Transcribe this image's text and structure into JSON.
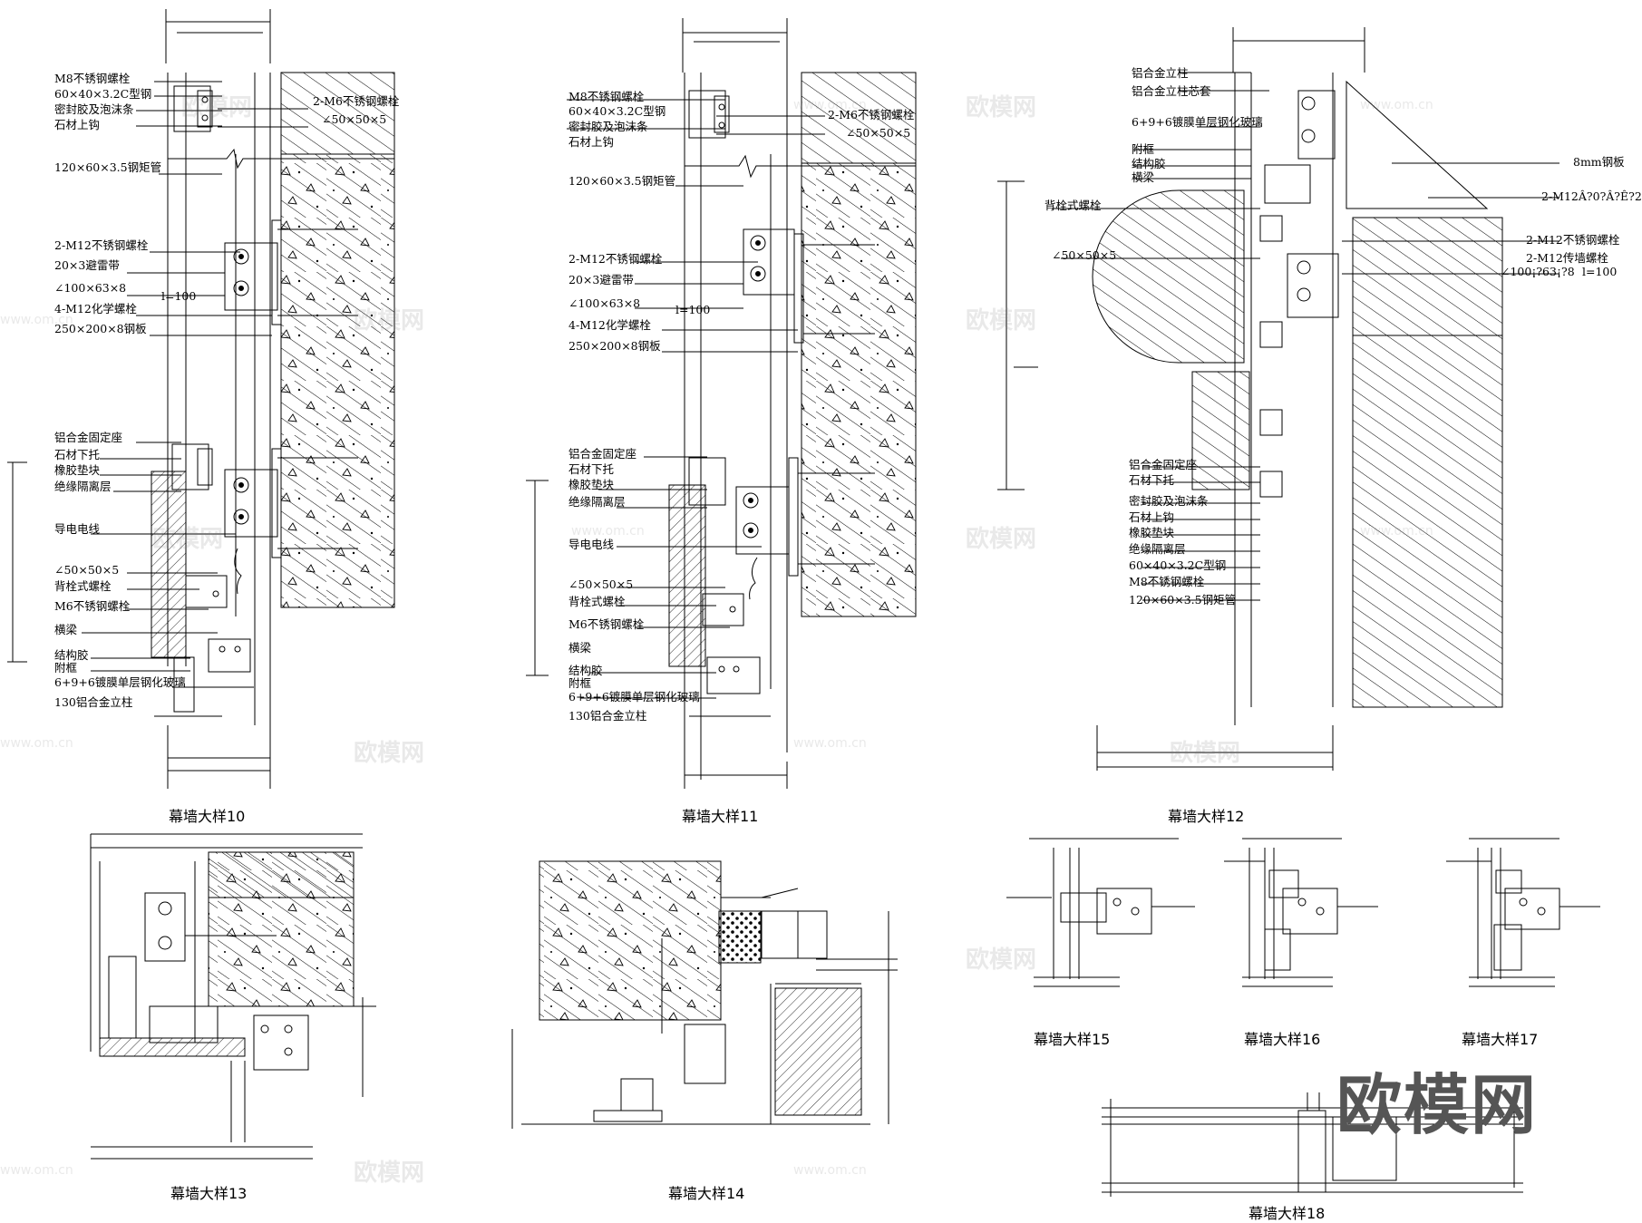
{
  "details": [
    {
      "id": "d10",
      "caption": "幕墙大样10",
      "labels": [
        "M8不锈钢螺栓",
        "60×40×3.2C型钢",
        "密封胶及泡沫条",
        "石材上钩",
        "2-M6不锈钢螺栓",
        "∠50×50×5",
        "120×60×3.5钢矩管",
        "2-M12不锈钢螺栓",
        "20×3避雷带",
        "∠100×63×8",
        "l=100",
        "4-M12化学螺栓",
        "250×200×8钢板",
        "铝合金固定座",
        "石材下托",
        "橡胶垫块",
        "绝缘隔离层",
        "导电电线",
        "∠50×50×5",
        "背栓式螺栓",
        "M6不锈钢螺栓",
        "横梁",
        "结构胶",
        "附框",
        "6+9+6镀膜单层钢化玻璃",
        "130铝合金立柱"
      ]
    },
    {
      "id": "d11",
      "caption": "幕墙大样11",
      "labels": [
        "M8不锈钢螺栓",
        "60×40×3.2C型钢",
        "密封胶及泡沫条",
        "石材上钩",
        "2-M6不锈钢螺栓",
        "∠50×50×5",
        "120×60×3.5钢矩管",
        "2-M12不锈钢螺栓",
        "20×3避雷带",
        "∠100×63×8",
        "l=100",
        "4-M12化学螺栓",
        "250×200×8钢板",
        "铝合金固定座",
        "石材下托",
        "橡胶垫块",
        "绝缘隔离层",
        "导电电线",
        "∠50×50×5",
        "背栓式螺栓",
        "M6不锈钢螺栓",
        "横梁",
        "结构胶",
        "附框",
        "6+9+6镀膜单层钢化玻璃",
        "130铝合金立柱"
      ]
    },
    {
      "id": "d12",
      "caption": "幕墙大样12",
      "labels": [
        "铝合金立柱",
        "铝合金立柱芯套",
        "6+9+6镀膜单层钢化玻璃",
        "附框",
        "结构胶",
        "横梁",
        "8mm钢板",
        "2-M12Â?0?Â?Ê?2",
        "背栓式螺栓",
        "2-M12不锈钢螺栓",
        "∠50×50×5",
        "2-M12传墙螺栓",
        "∠100¡?63¡?8",
        "l=100",
        "铝合金固定座",
        "石材下托",
        "密封胶及泡沫条",
        "石材上钩",
        "橡胶垫块",
        "绝缘隔离层",
        "60×40×3.2C型钢",
        "M8不锈钢螺栓",
        "120×60×3.5钢矩管"
      ]
    },
    {
      "id": "d13",
      "caption": "幕墙大样13"
    },
    {
      "id": "d14",
      "caption": "幕墙大样14"
    },
    {
      "id": "d15",
      "caption": "幕墙大样15"
    },
    {
      "id": "d16",
      "caption": "幕墙大样16"
    },
    {
      "id": "d17",
      "caption": "幕墙大样17"
    },
    {
      "id": "d18",
      "caption": "幕墙大样18"
    }
  ],
  "watermark": {
    "brand": "欧模网",
    "url": "www.om.cn"
  }
}
